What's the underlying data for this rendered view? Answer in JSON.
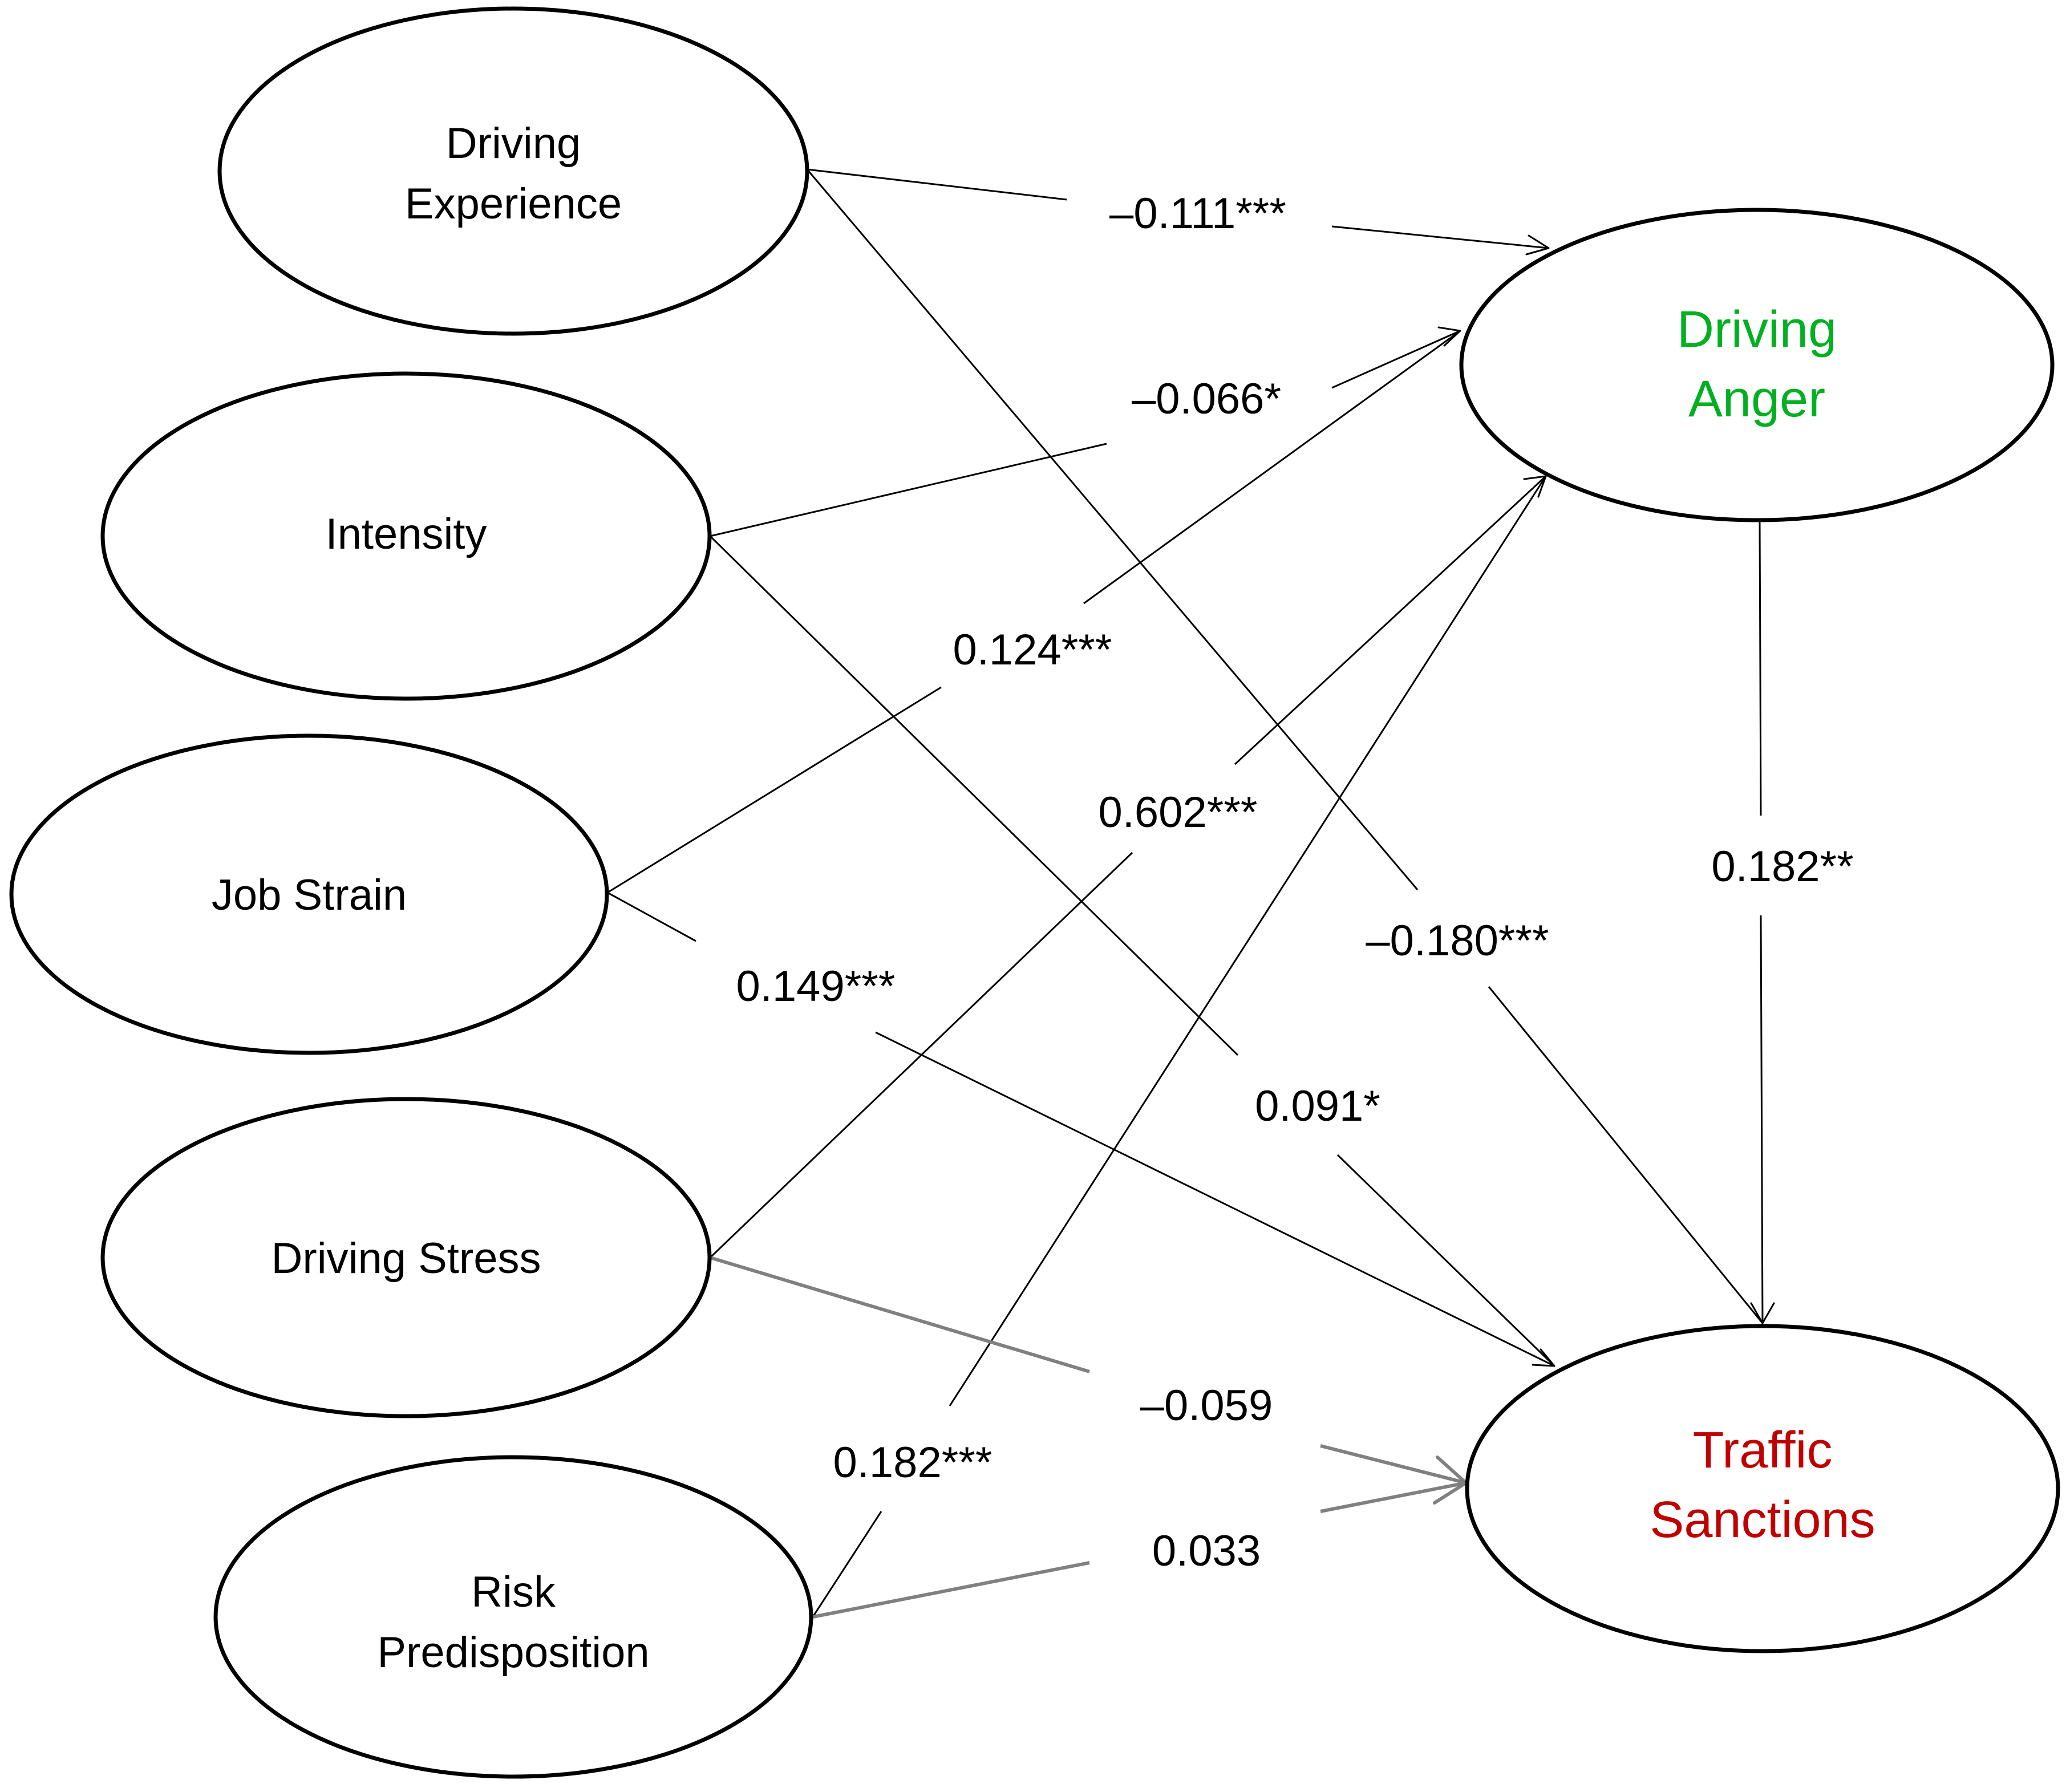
{
  "colors": {
    "mediator": "#00b020",
    "outcome": "#c00000",
    "default_text": "#000000",
    "nonsignificant_path": "#808080"
  },
  "nodes": {
    "driving_experience": {
      "lines": [
        "Driving",
        "Experience"
      ]
    },
    "intensity": {
      "lines": [
        "Intensity"
      ]
    },
    "job_strain": {
      "lines": [
        "Job Strain"
      ]
    },
    "driving_stress": {
      "lines": [
        "Driving Stress"
      ]
    },
    "risk_predisposition": {
      "lines": [
        "Risk",
        "Predisposition"
      ]
    },
    "driving_anger": {
      "lines": [
        "Driving",
        "Anger"
      ]
    },
    "traffic_sanctions": {
      "lines": [
        "Traffic",
        "Sanctions"
      ]
    }
  },
  "paths": [
    {
      "id": "experience-to-anger",
      "from": "driving_experience",
      "to": "driving_anger",
      "coefficient": "–0.111***",
      "significant": true
    },
    {
      "id": "intensity-to-anger",
      "from": "intensity",
      "to": "driving_anger",
      "coefficient": "–0.066*",
      "significant": true
    },
    {
      "id": "jobstrain-to-anger",
      "from": "job_strain",
      "to": "driving_anger",
      "coefficient": "0.124***",
      "significant": true
    },
    {
      "id": "stress-to-anger",
      "from": "driving_stress",
      "to": "driving_anger",
      "coefficient": "0.602***",
      "significant": true
    },
    {
      "id": "risk-to-anger",
      "from": "risk_predisposition",
      "to": "driving_anger",
      "coefficient": "0.182***",
      "significant": true
    },
    {
      "id": "anger-to-sanctions",
      "from": "driving_anger",
      "to": "traffic_sanctions",
      "coefficient": "0.182**",
      "significant": true
    },
    {
      "id": "experience-to-sanctions",
      "from": "driving_experience",
      "to": "traffic_sanctions",
      "coefficient": "–0.180***",
      "significant": true
    },
    {
      "id": "jobstrain-to-sanctions",
      "from": "job_strain",
      "to": "traffic_sanctions",
      "coefficient": "0.149***",
      "significant": true
    },
    {
      "id": "intensity-to-sanctions",
      "from": "intensity",
      "to": "traffic_sanctions",
      "coefficient": "0.091*",
      "significant": true
    },
    {
      "id": "stress-to-sanctions",
      "from": "driving_stress",
      "to": "traffic_sanctions",
      "coefficient": "–0.059",
      "significant": false
    },
    {
      "id": "risk-to-sanctions",
      "from": "risk_predisposition",
      "to": "traffic_sanctions",
      "coefficient": "0.033",
      "significant": false
    }
  ]
}
